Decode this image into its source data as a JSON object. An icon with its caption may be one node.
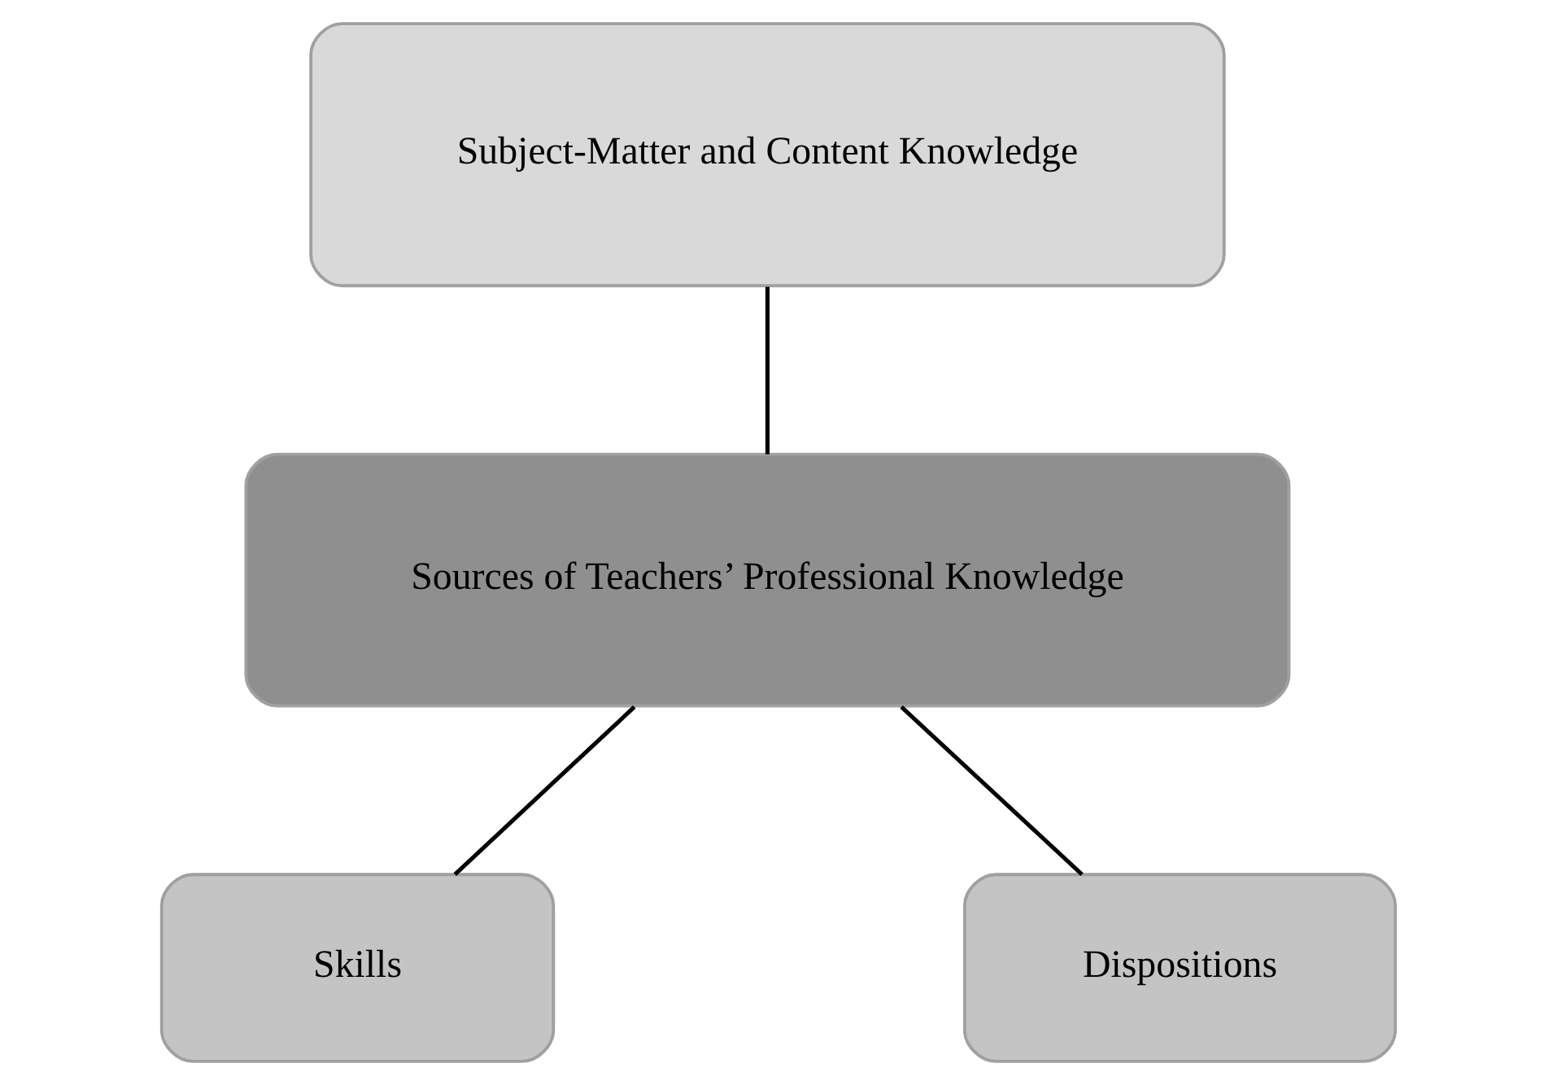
{
  "diagram": {
    "nodes": [
      {
        "text": [
          "Subject-Matter and Content Knowledge"
        ]
      },
      {
        "text": [
          "Sources of Teachers’ Professional Knowledge"
        ]
      },
      {
        "text": [
          "Skills"
        ]
      },
      {
        "text": [
          "Dispositions"
        ]
      }
    ],
    "edges": [
      {
        "from": 0,
        "to": 1,
        "arrow": "none"
      },
      {
        "from": 1,
        "to": 2,
        "arrow": "none"
      },
      {
        "from": 1,
        "to": 3,
        "arrow": "none"
      }
    ]
  }
}
